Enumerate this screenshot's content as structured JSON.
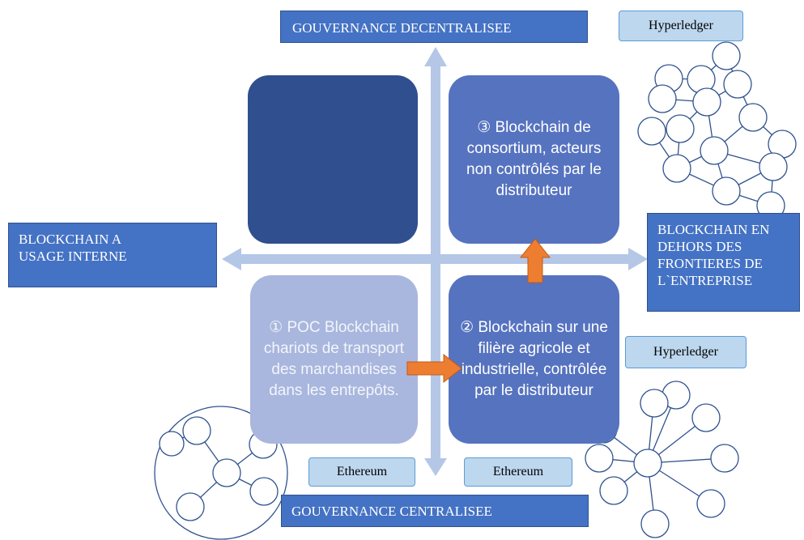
{
  "axes": {
    "top": "GOUVERNANCE DECENTRALISEE",
    "bottom": "GOUVERNANCE CENTRALISEE",
    "left": "BLOCKCHAIN A USAGE INTERNE",
    "right": "BLOCKCHAIN EN DEHORS DES FRONTIERES DE L`ENTREPRISE"
  },
  "quadrants": {
    "top_left": "",
    "top_right": "③ Blockchain de consortium, acteurs non contrôlés par le distributeur",
    "bottom_left": "① POC Blockchain chariots de transport des marchandises dans les entrepôts.",
    "bottom_right": "② Blockchain sur une filière agricole et industrielle, contrôlée par le distributeur"
  },
  "tags": {
    "hyperledger_top": "Hyperledger",
    "hyperledger_mid": "Hyperledger",
    "ethereum_left": "Ethereum",
    "ethereum_right": "Ethereum"
  },
  "colors": {
    "axis_label_bg": "#4472c4",
    "tag_bg": "#bdd7ee",
    "arrow_axis": "#b4c7e7",
    "arrow_step": "#ed7d31",
    "network_stroke": "#2f528f"
  }
}
